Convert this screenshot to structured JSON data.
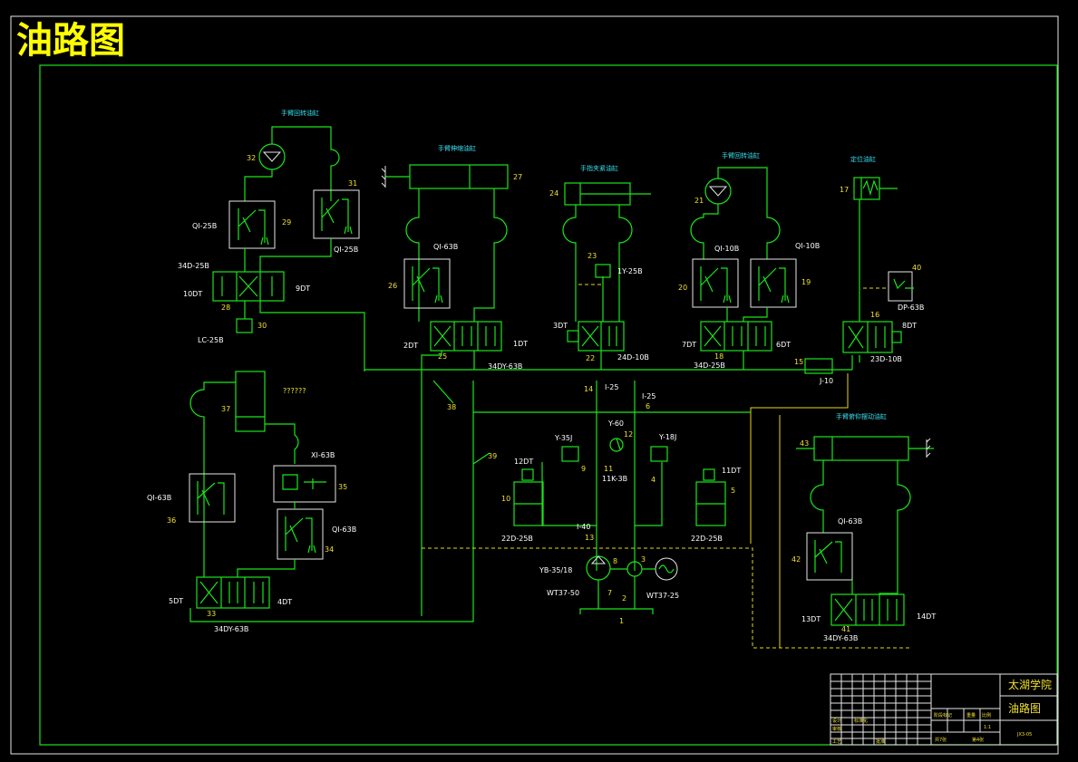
{
  "title": "油路图",
  "colors": {
    "background": "#000000",
    "line": "#19e619",
    "text": "#ffffff",
    "label": "#f0e030",
    "caption": "#38e0f0"
  },
  "cylinders": {
    "c1": "手臂回转油缸",
    "c2": "手臂伸缩油缸",
    "c3": "手指夹紧油缸",
    "c4": "手臂回转油缸",
    "c5": "定位油缸",
    "c6": "手臂俯仰摆动油缸"
  },
  "components": {
    "n32": "32",
    "n31": "31",
    "n29": "29",
    "n28": "28",
    "n30": "30",
    "qi25b_a": "QI-25B",
    "qi25b_b": "QI-25B",
    "v34d25b_a": "34D-25B",
    "dt10": "10DT",
    "dt9": "9DT",
    "lc25b": "LC-25B",
    "n27": "27",
    "qi63b_a": "QI-63B",
    "n26": "26",
    "dt2": "2DT",
    "dt1": "1DT",
    "n25": "25",
    "v34dy63b_a": "34DY-63B",
    "n24": "24",
    "n23": "23",
    "y25b": "1Y-25B",
    "dt3": "3DT",
    "n22": "22",
    "v24d10b": "24D-10B",
    "n21": "21",
    "qi10b_a": "QI-10B",
    "qi10b_b": "QI-10B",
    "n20": "20",
    "n19": "19",
    "dt7": "7DT",
    "n18": "18",
    "dt6": "6DT",
    "v34d25b_b": "34D-25B",
    "n17": "17",
    "n40": "40",
    "dp63b": "DP-63B",
    "n16": "16",
    "dt8": "8DT",
    "n15": "15",
    "j10": "J-10",
    "v23d10b": "23D-10B",
    "n37": "37",
    "unknown": "??????",
    "xi63b": "XI-63B",
    "n35": "35",
    "qi63b_b": "QI-63B",
    "n36": "36",
    "qi63b_c": "QI-63B",
    "n34": "34",
    "dt5": "5DT",
    "n33": "33",
    "dt4": "4DT",
    "v34dy63b_b": "34DY-63B",
    "n38": "38",
    "n39": "39",
    "n14": "14",
    "i25_a": "I-25",
    "i25_b": "I-25",
    "n6": "6",
    "y60": "Y-60",
    "n12": "12",
    "y35j": "Y-35J",
    "n9": "9",
    "n11": "11",
    "k3b": "11K-3B",
    "y18j": "Y-18J",
    "n4": "4",
    "dt12": "12DT",
    "n10": "10",
    "v22d25b_a": "22D-25B",
    "dt11": "11DT",
    "n5": "5",
    "v22d25b_b": "22D-25B",
    "i40": "I-40",
    "n13": "13",
    "yb": "YB-35/18",
    "n8": "8",
    "n3": "3",
    "wt50": "WT37-50",
    "n7": "7",
    "n2": "2",
    "wt25": "WT37-25",
    "n1": "1",
    "n43": "43",
    "qi63b_d": "QI-63B",
    "n42": "42",
    "dt13": "13DT",
    "n41": "41",
    "dt14": "14DT",
    "v34dy63b_c": "34DY-63B"
  },
  "title_block": {
    "school": "太湖学院",
    "drawing_name": "油路图",
    "scale": "1:1",
    "drawing_no": "JX3-05",
    "sheets_total": "共7张",
    "sheet_no": "第4张",
    "weight": "重量",
    "ratio": "比例",
    "stage": "阶段标记",
    "design": "设计",
    "check": "审核",
    "process": "工艺",
    "approve": "批准",
    "standard": "标准化"
  }
}
